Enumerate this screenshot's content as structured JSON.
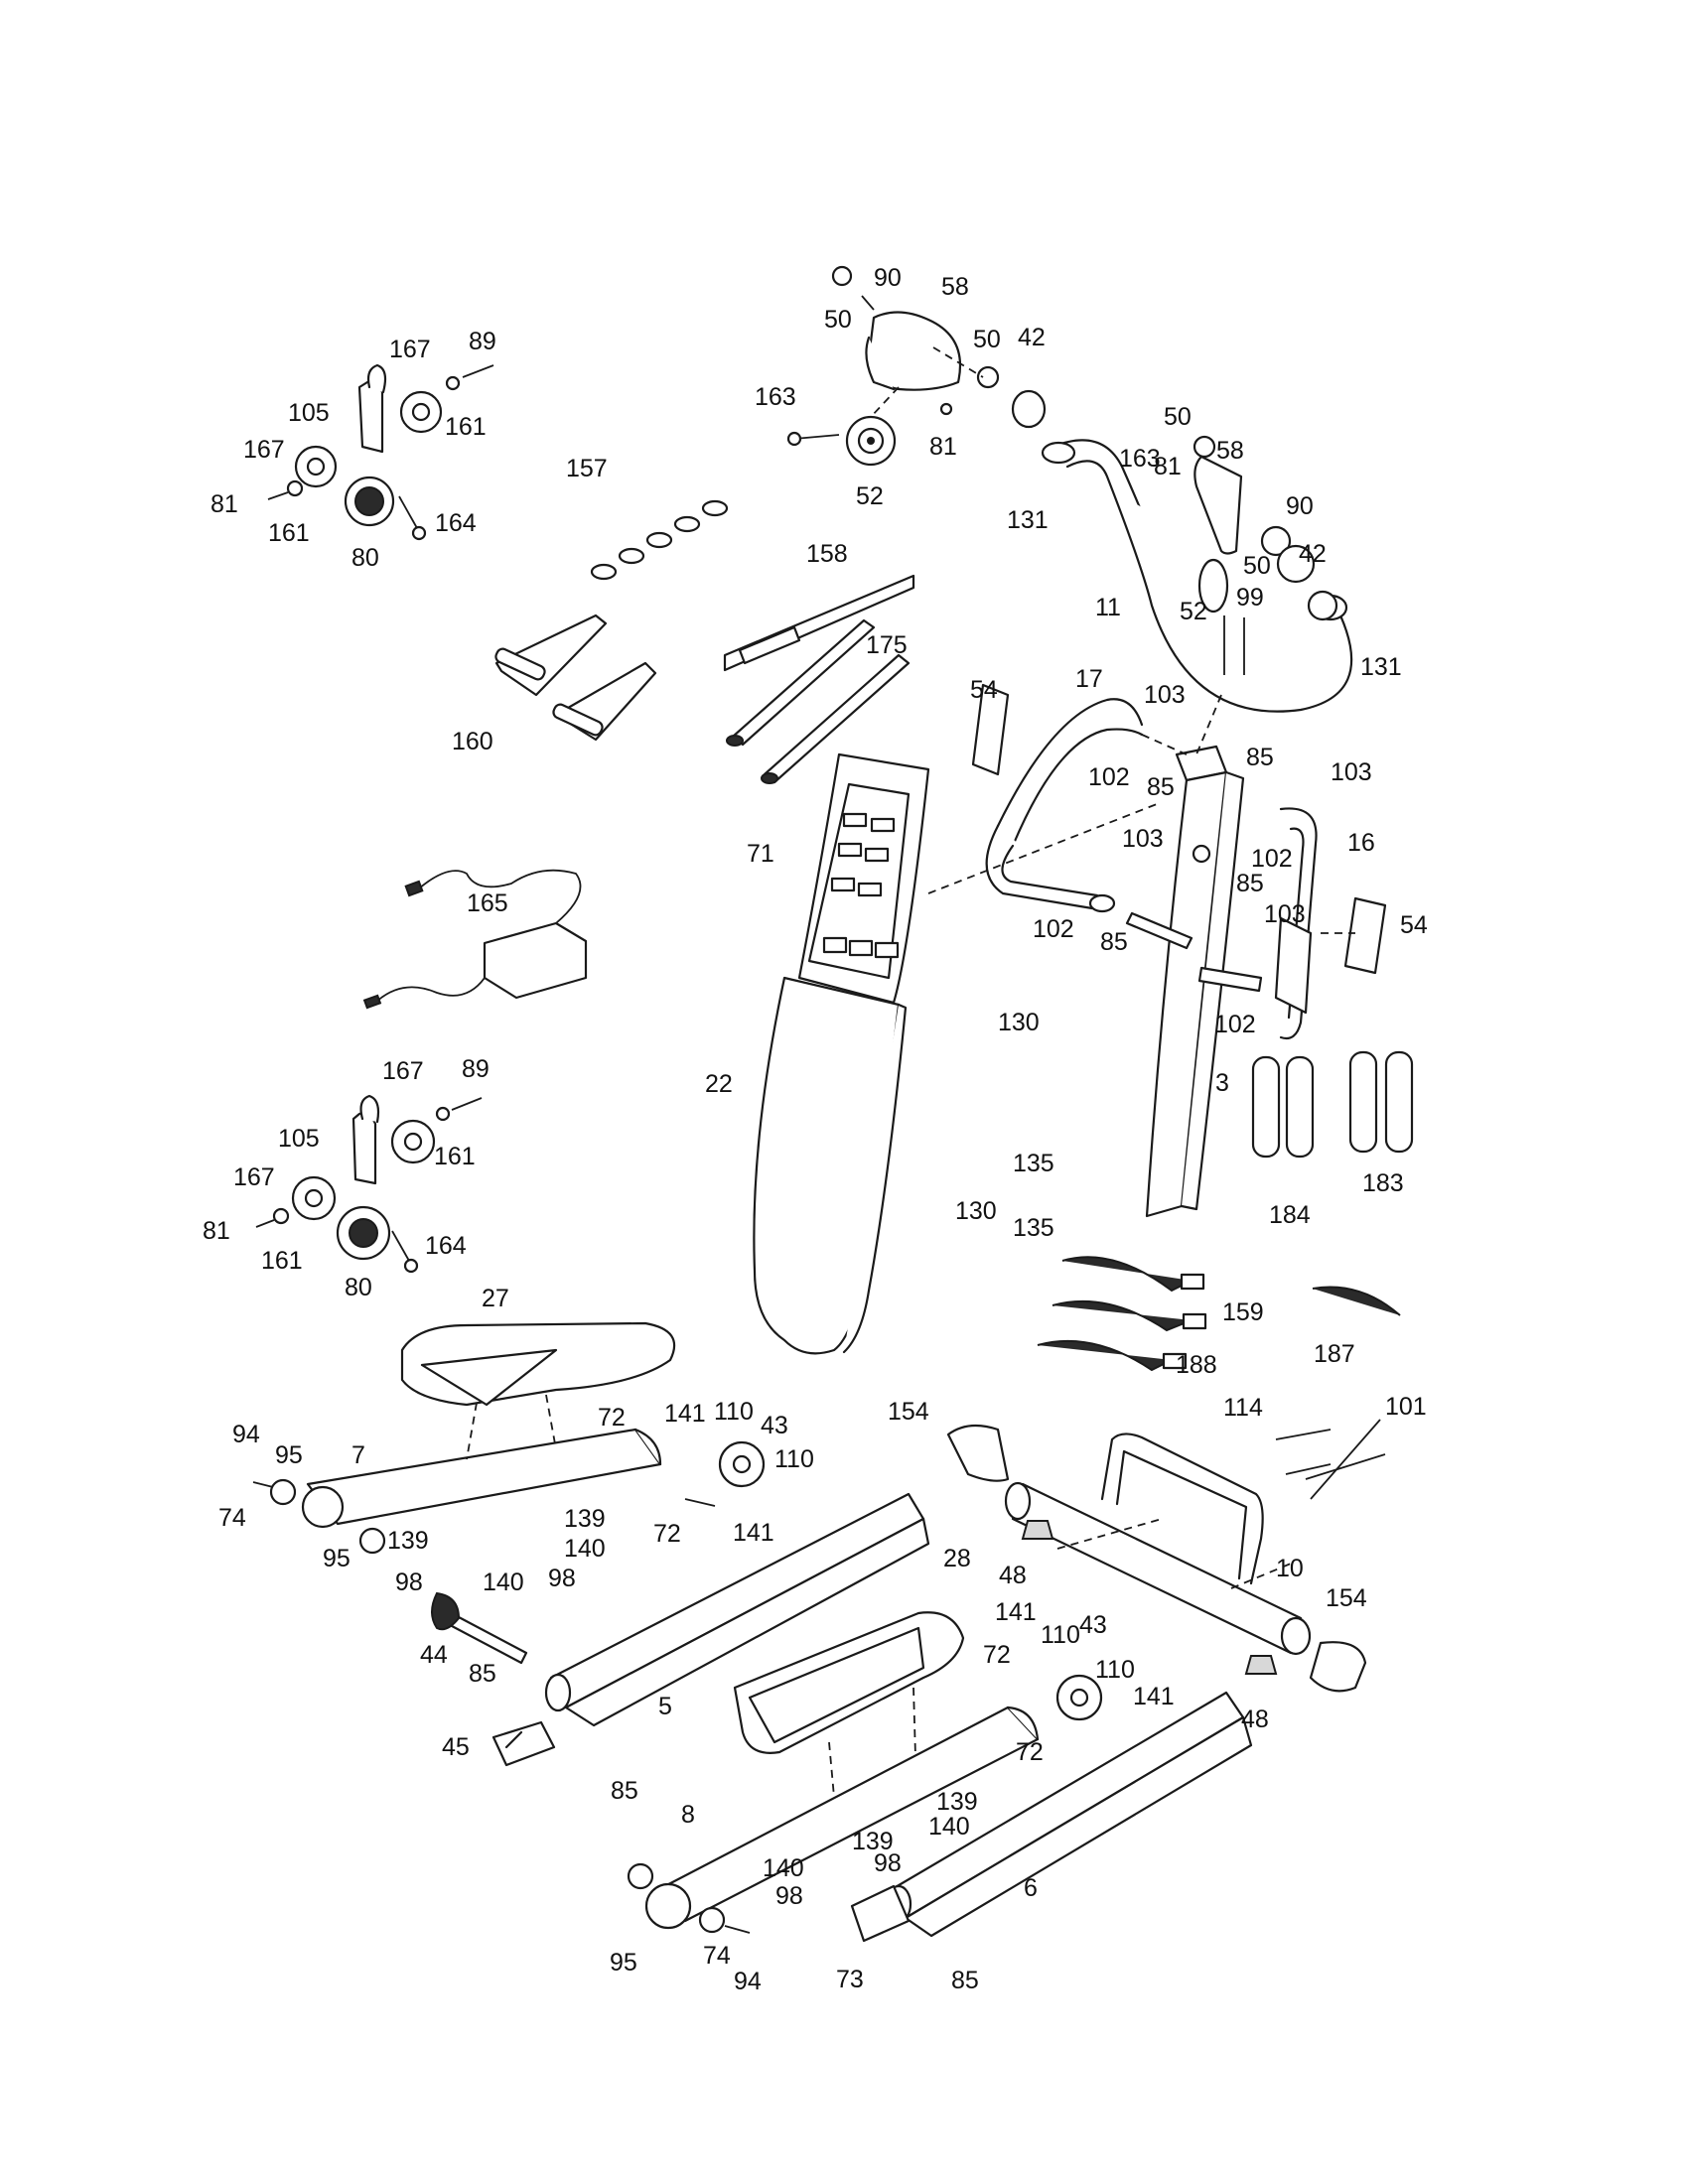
{
  "callouts": [
    {
      "id": "c50a",
      "text": "50"
    },
    {
      "id": "c90a",
      "text": "90"
    },
    {
      "id": "c58a",
      "text": "58"
    },
    {
      "id": "c50b",
      "text": "50"
    },
    {
      "id": "c42a",
      "text": "42"
    },
    {
      "id": "c163a",
      "text": "163"
    },
    {
      "id": "c81a",
      "text": "81"
    },
    {
      "id": "c52a",
      "text": "52"
    },
    {
      "id": "c131a",
      "text": "131"
    },
    {
      "id": "c50c",
      "text": "50"
    },
    {
      "id": "c163b",
      "text": "163"
    },
    {
      "id": "c81b",
      "text": "81"
    },
    {
      "id": "c58b",
      "text": "58"
    },
    {
      "id": "c90b",
      "text": "90"
    },
    {
      "id": "c50d",
      "text": "50"
    },
    {
      "id": "c42b",
      "text": "42"
    },
    {
      "id": "c11",
      "text": "11"
    },
    {
      "id": "c52b",
      "text": "52"
    },
    {
      "id": "c99",
      "text": "99"
    },
    {
      "id": "c131b",
      "text": "131"
    },
    {
      "id": "c167a",
      "text": "167"
    },
    {
      "id": "c89a",
      "text": "89"
    },
    {
      "id": "c105a",
      "text": "105"
    },
    {
      "id": "c161a",
      "text": "161"
    },
    {
      "id": "c167b",
      "text": "167"
    },
    {
      "id": "c81c",
      "text": "81"
    },
    {
      "id": "c161b",
      "text": "161"
    },
    {
      "id": "c164a",
      "text": "164"
    },
    {
      "id": "c80a",
      "text": "80"
    },
    {
      "id": "c157",
      "text": "157"
    },
    {
      "id": "c158",
      "text": "158"
    },
    {
      "id": "c175",
      "text": "175"
    },
    {
      "id": "c160",
      "text": "160"
    },
    {
      "id": "c54a",
      "text": "54"
    },
    {
      "id": "c17",
      "text": "17"
    },
    {
      "id": "c103a",
      "text": "103"
    },
    {
      "id": "c102a",
      "text": "102"
    },
    {
      "id": "c85a",
      "text": "85"
    },
    {
      "id": "c85b",
      "text": "85"
    },
    {
      "id": "c103b",
      "text": "103"
    },
    {
      "id": "c16",
      "text": "16"
    },
    {
      "id": "c102b",
      "text": "102"
    },
    {
      "id": "c71",
      "text": "71"
    },
    {
      "id": "c103c",
      "text": "103"
    },
    {
      "id": "c85c",
      "text": "85"
    },
    {
      "id": "c102c",
      "text": "102"
    },
    {
      "id": "c85d",
      "text": "85"
    },
    {
      "id": "c103d",
      "text": "103"
    },
    {
      "id": "c54b",
      "text": "54"
    },
    {
      "id": "c102d",
      "text": "102"
    },
    {
      "id": "c165",
      "text": "165"
    },
    {
      "id": "c130a",
      "text": "130"
    },
    {
      "id": "c22",
      "text": "22"
    },
    {
      "id": "c3",
      "text": "3"
    },
    {
      "id": "c184",
      "text": "184"
    },
    {
      "id": "c183",
      "text": "183"
    },
    {
      "id": "c135a",
      "text": "135"
    },
    {
      "id": "c135b",
      "text": "135"
    },
    {
      "id": "c130b",
      "text": "130"
    },
    {
      "id": "c167c",
      "text": "167"
    },
    {
      "id": "c89b",
      "text": "89"
    },
    {
      "id": "c105b",
      "text": "105"
    },
    {
      "id": "c161c",
      "text": "161"
    },
    {
      "id": "c167d",
      "text": "167"
    },
    {
      "id": "c81d",
      "text": "81"
    },
    {
      "id": "c161d",
      "text": "161"
    },
    {
      "id": "c164b",
      "text": "164"
    },
    {
      "id": "c80b",
      "text": "80"
    },
    {
      "id": "c159",
      "text": "159"
    },
    {
      "id": "c187",
      "text": "187"
    },
    {
      "id": "c188",
      "text": "188"
    },
    {
      "id": "c27",
      "text": "27"
    },
    {
      "id": "c72a",
      "text": "72"
    },
    {
      "id": "c141a",
      "text": "141"
    },
    {
      "id": "c110a",
      "text": "110"
    },
    {
      "id": "c43a",
      "text": "43"
    },
    {
      "id": "c154a",
      "text": "154"
    },
    {
      "id": "c114",
      "text": "114"
    },
    {
      "id": "c101",
      "text": "101"
    },
    {
      "id": "c94a",
      "text": "94"
    },
    {
      "id": "c95a",
      "text": "95"
    },
    {
      "id": "c7",
      "text": "7"
    },
    {
      "id": "c110b",
      "text": "110"
    },
    {
      "id": "c74a",
      "text": "74"
    },
    {
      "id": "c141b",
      "text": "141"
    },
    {
      "id": "c139a",
      "text": "139"
    },
    {
      "id": "c72b",
      "text": "72"
    },
    {
      "id": "c139b",
      "text": "139"
    },
    {
      "id": "c140a",
      "text": "140"
    },
    {
      "id": "c95b",
      "text": "95"
    },
    {
      "id": "c48a",
      "text": "48"
    },
    {
      "id": "c98a",
      "text": "98"
    },
    {
      "id": "c140b",
      "text": "140"
    },
    {
      "id": "c98b",
      "text": "98"
    },
    {
      "id": "c10",
      "text": "10"
    },
    {
      "id": "c28",
      "text": "28"
    },
    {
      "id": "c154b",
      "text": "154"
    },
    {
      "id": "c44",
      "text": "44"
    },
    {
      "id": "c141c",
      "text": "141"
    },
    {
      "id": "c110c",
      "text": "110"
    },
    {
      "id": "c43b",
      "text": "43"
    },
    {
      "id": "c72c",
      "text": "72"
    },
    {
      "id": "c85e",
      "text": "85"
    },
    {
      "id": "c110d",
      "text": "110"
    },
    {
      "id": "c5",
      "text": "5"
    },
    {
      "id": "c141d",
      "text": "141"
    },
    {
      "id": "c48b",
      "text": "48"
    },
    {
      "id": "c45",
      "text": "45"
    },
    {
      "id": "c72d",
      "text": "72"
    },
    {
      "id": "c85f",
      "text": "85"
    },
    {
      "id": "c139c",
      "text": "139"
    },
    {
      "id": "c8",
      "text": "8"
    },
    {
      "id": "c140c",
      "text": "140"
    },
    {
      "id": "c139d",
      "text": "139"
    },
    {
      "id": "c98c",
      "text": "98"
    },
    {
      "id": "c140d",
      "text": "140"
    },
    {
      "id": "c98d",
      "text": "98"
    },
    {
      "id": "c6",
      "text": "6"
    },
    {
      "id": "c95c",
      "text": "95"
    },
    {
      "id": "c74b",
      "text": "74"
    },
    {
      "id": "c73",
      "text": "73"
    },
    {
      "id": "c85g",
      "text": "85"
    },
    {
      "id": "c94b",
      "text": "94"
    }
  ]
}
